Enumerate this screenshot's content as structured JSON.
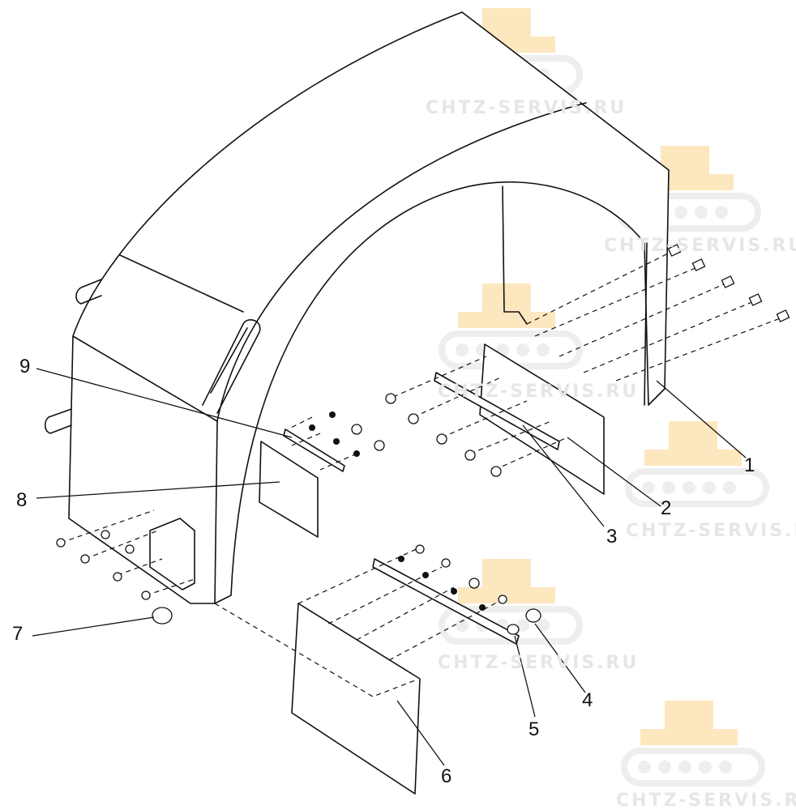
{
  "diagram": {
    "callouts": [
      "1",
      "2",
      "3",
      "4",
      "5",
      "6",
      "7",
      "8",
      "9"
    ],
    "watermark": "CHTZ-SERVIS.RU",
    "colors": {
      "line": "#111111",
      "watermark_icon": "#fbe3b8",
      "watermark_text": "#ececec"
    }
  }
}
